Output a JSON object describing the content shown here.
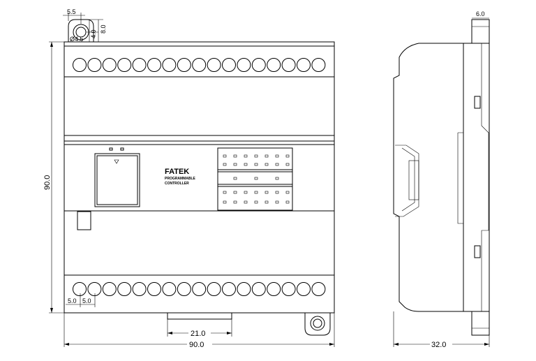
{
  "front_view": {
    "brand": "FATEK",
    "subtitle_line1": "PROGRAMMABLE",
    "subtitle_line2": "CONTROLLER",
    "terminals_top": 17,
    "terminals_bottom": 17
  },
  "dimensions": {
    "tab_width": "5.5",
    "hole_diameter": "Ø4.5",
    "tab_offset": "4.0",
    "tab_height": "8.0",
    "height": "90.0",
    "width": "90.0",
    "din_clip": "21.0",
    "pitch_1": "5.0",
    "pitch_2": "5.0",
    "side_depth": "32.0",
    "side_top": "6.0"
  }
}
